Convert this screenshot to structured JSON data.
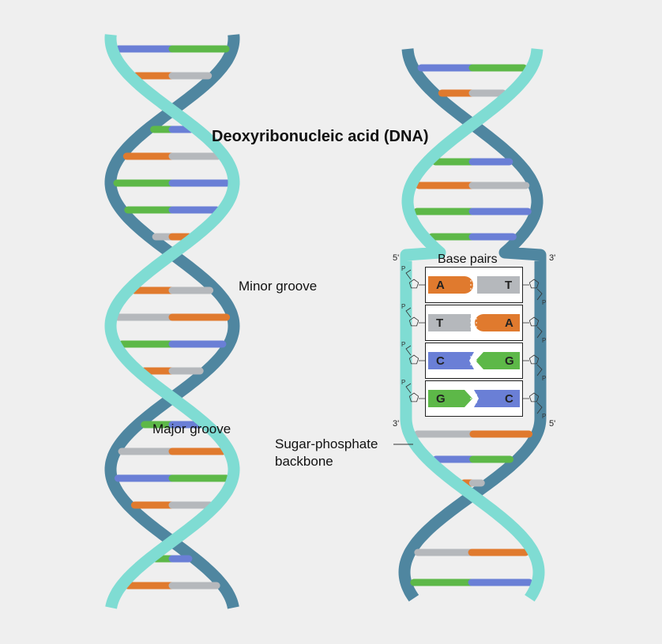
{
  "title": "Deoxyribonucleic acid (DNA)",
  "labels": {
    "minor_groove": "Minor groove",
    "major_groove": "Major groove",
    "sugar_phosphate_line1": "Sugar-phosphate",
    "sugar_phosphate_line2": "backbone",
    "base_pairs": "Base pairs",
    "five_prime": "5'",
    "three_prime": "3'",
    "phosphate": "P"
  },
  "base_pairs": [
    {
      "left": "A",
      "right": "T"
    },
    {
      "left": "T",
      "right": "A"
    },
    {
      "left": "C",
      "right": "G"
    },
    {
      "left": "G",
      "right": "C"
    }
  ],
  "colors": {
    "background": "#efefef",
    "backbone_front": "#7fdcd3",
    "backbone_back": "#4f86a0",
    "adenine": "#e07a2e",
    "thymine": "#b5b8bc",
    "cytosine": "#6a7fd6",
    "guanine": "#5db848"
  }
}
